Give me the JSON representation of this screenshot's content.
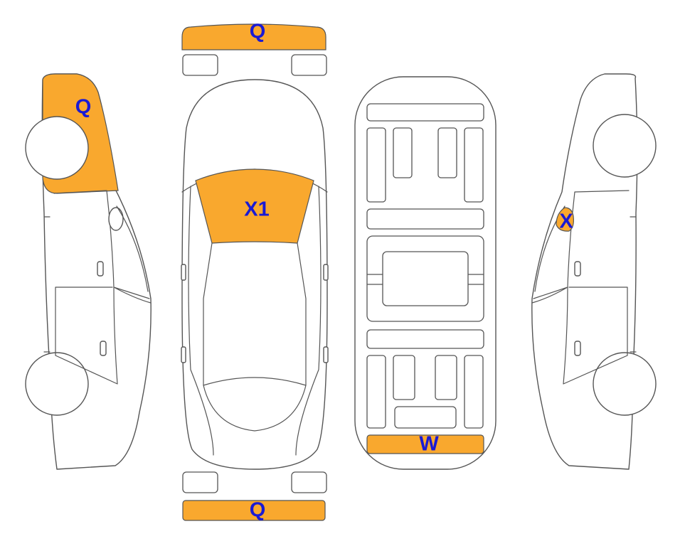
{
  "colors": {
    "damage_fill": "#f9a82e",
    "label_text": "#1a1ad4",
    "outline": "#555555",
    "background": "#ffffff"
  },
  "damage_labels": {
    "front_bumper": "Q",
    "left_front_fender": "Q",
    "rear_bumper": "Q",
    "windshield": "X1",
    "underbody_rear": "W",
    "right_mirror": "X"
  }
}
